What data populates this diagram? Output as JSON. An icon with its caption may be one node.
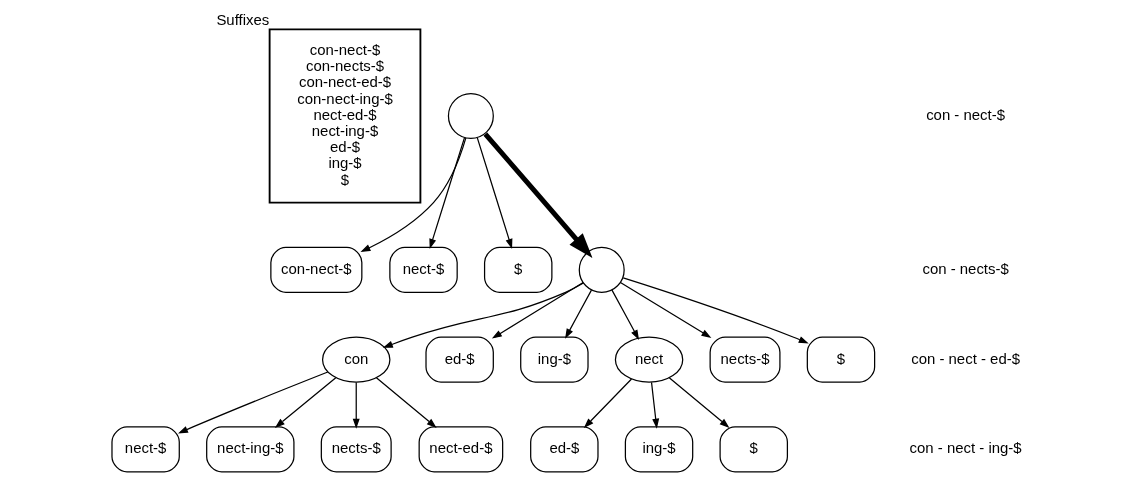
{
  "diagram": {
    "nodes": [
      {
        "text": [
          "con-nect-$",
          "con-nects-$",
          "con-nect-ed-$",
          "con-nect-ing-$",
          "nect-ed-$",
          "nect-ing-$",
          "ed-$",
          "ing-$",
          "$"
        ],
        "beside": [
          "Suffixes"
        ]
      },
      {
        "text": [],
        "shape": "circle"
      },
      {
        "text": [
          "con-nect-$"
        ]
      },
      {
        "text": [
          "nect-$"
        ]
      },
      {
        "text": [
          "$"
        ]
      },
      {
        "text": [],
        "shape": "circle"
      },
      {
        "text": [
          "con"
        ]
      },
      {
        "text": [
          "ed-$"
        ]
      },
      {
        "text": [
          "ing-$"
        ]
      },
      {
        "text": [
          "nect"
        ]
      },
      {
        "text": [
          "nects-$"
        ]
      },
      {
        "text": [
          "$"
        ]
      },
      {
        "text": [
          "nect-$"
        ]
      },
      {
        "text": [
          "nect-ing-$"
        ]
      },
      {
        "text": [
          "nects-$"
        ]
      },
      {
        "text": [
          "nect-ed-$"
        ]
      },
      {
        "text": [
          "ed-$"
        ]
      },
      {
        "text": [
          "ing-$"
        ]
      },
      {
        "text": [
          "$"
        ]
      }
    ],
    "edges": [
      {
        "from": 1,
        "to": 2,
        "arrow": "to"
      },
      {
        "from": 1,
        "to": 3,
        "arrow": "to"
      },
      {
        "from": 1,
        "to": 4,
        "arrow": "to"
      },
      {
        "from": 1,
        "to": 5,
        "arrow": "to",
        "style": "thick"
      },
      {
        "from": 5,
        "to": 6,
        "arrow": "to"
      },
      {
        "from": 5,
        "to": 7,
        "arrow": "to"
      },
      {
        "from": 5,
        "to": 8,
        "arrow": "to"
      },
      {
        "from": 5,
        "to": 9,
        "arrow": "to"
      },
      {
        "from": 5,
        "to": 10,
        "arrow": "to"
      },
      {
        "from": 5,
        "to": 11,
        "arrow": "to"
      },
      {
        "from": 6,
        "to": 12,
        "arrow": "to"
      },
      {
        "from": 6,
        "to": 13,
        "arrow": "to"
      },
      {
        "from": 6,
        "to": 14,
        "arrow": "to"
      },
      {
        "from": 6,
        "to": 15,
        "arrow": "to"
      },
      {
        "from": 9,
        "to": 16,
        "arrow": "to"
      },
      {
        "from": 9,
        "to": 17,
        "arrow": "to"
      },
      {
        "from": 9,
        "to": 18,
        "arrow": "to"
      }
    ],
    "labels": [
      "con - nect-$",
      "con - nects-$",
      "con - nect - ed-$",
      "con - nect - ing-$"
    ]
  }
}
